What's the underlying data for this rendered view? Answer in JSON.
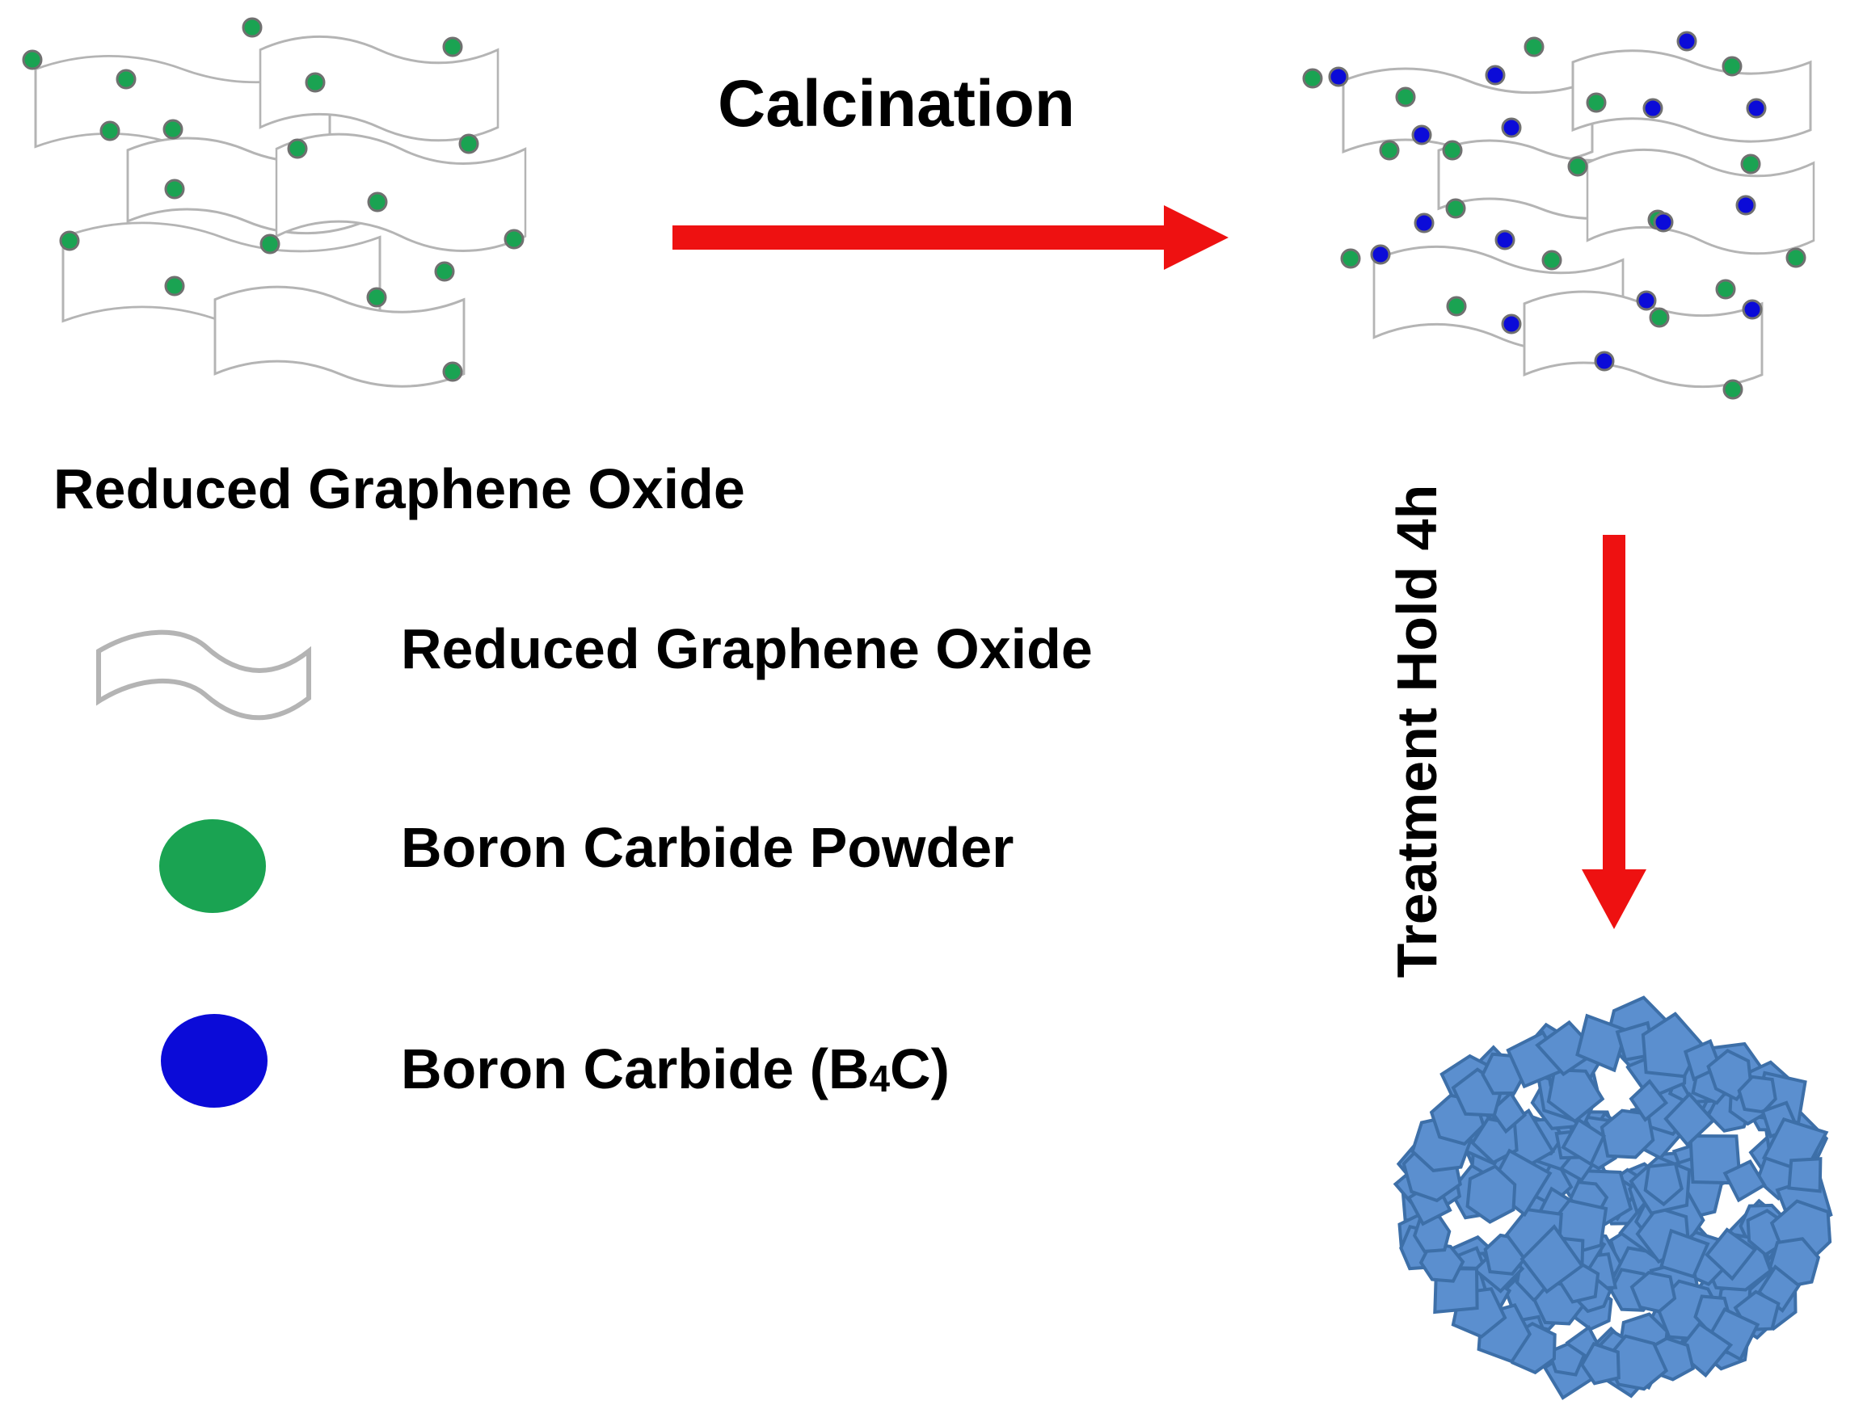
{
  "labels": {
    "calcination": "Calcination",
    "rgo_caption": "Reduced Graphene Oxide",
    "treatment": "Treatment Hold 4h",
    "legend_rgo": "Reduced Graphene Oxide",
    "legend_bcp": "Boron Carbide Powder",
    "legend_b4c_prefix": "Boron Carbide (B",
    "legend_b4c_sub": "4",
    "legend_b4c_suffix": "C)"
  },
  "colors": {
    "sheet_stroke": "#b4b4b4",
    "boron_carbide_powder": "#1aa352",
    "boron_carbide_b4c": "#0b0bd8",
    "arrow": "#ee1111",
    "aggregate_fill": "#5b8fcf",
    "aggregate_stroke": "#3d6fa8"
  }
}
